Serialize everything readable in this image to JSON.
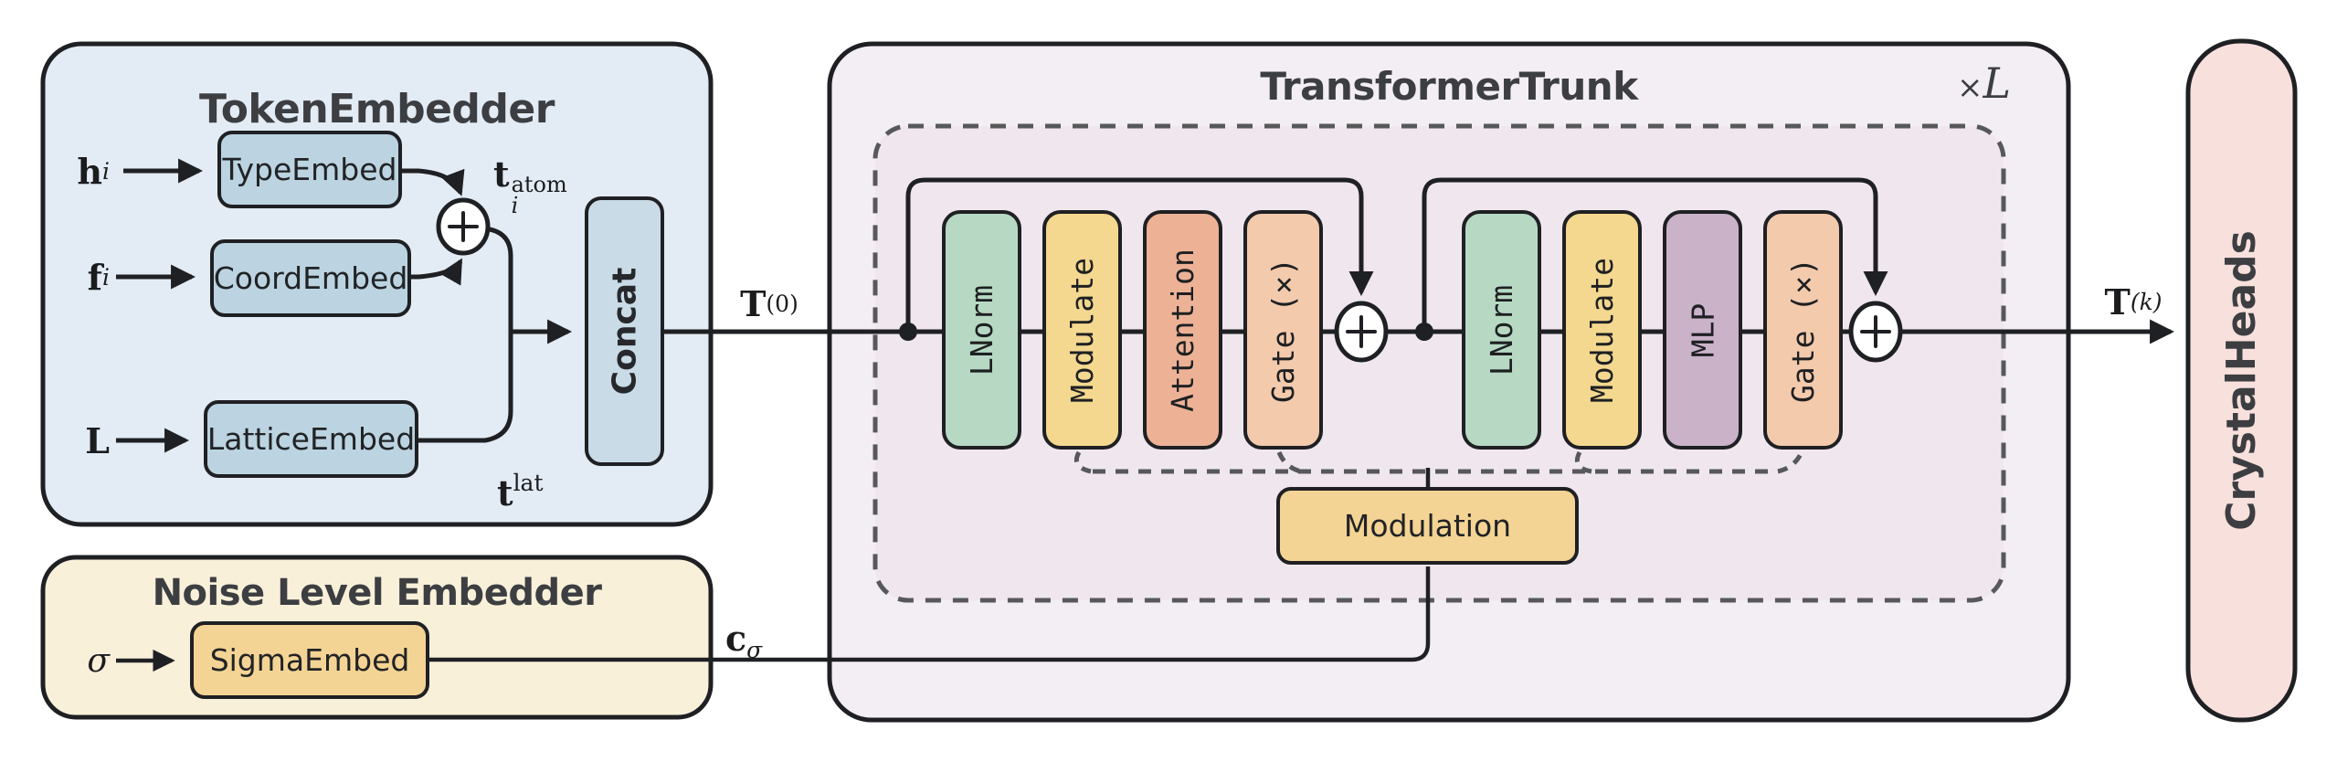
{
  "palette": {
    "stroke": "#1f2023",
    "dashed_gray": "#57585a",
    "title_text": "#3c3e41",
    "token_embedder_fill": "#e3ecf4",
    "embed_box_fill": "#bcd4e1",
    "concat_fill": "#c9dbe7",
    "noise_fill": "#f9f0da",
    "gold_fill": "#f4d494",
    "trunk_fill": "#f3eef3",
    "layer_fill": "#f0e7ee",
    "lnorm_green": "#b7d9c4",
    "modulate_yellow": "#f4d88f",
    "attention_salmon": "#edb296",
    "gate_peach": "#f3caac",
    "mlp_mauve": "#cab2c9",
    "heads_pink": "#f8e0dc"
  },
  "token_embedder": {
    "title": "TokenEmbedder",
    "inputs": [
      {
        "base": "h",
        "sub": "i"
      },
      {
        "base": "f",
        "sub": "i"
      },
      {
        "base": "L",
        "sub": ""
      }
    ],
    "boxes": [
      "TypeEmbed",
      "CoordEmbed",
      "LatticeEmbed"
    ],
    "sum_label": {
      "base": "t",
      "sub": "i",
      "sup": "atom"
    },
    "lat_label": {
      "base": "t",
      "sup": "lat"
    },
    "concat_label": "Concat"
  },
  "noise_embedder": {
    "title": "Noise Level Embedder",
    "input": {
      "base": "σ"
    },
    "box": "SigmaEmbed"
  },
  "trunk": {
    "title": "TransformerTrunk",
    "repeat": {
      "times": "×",
      "var": "L"
    },
    "blocks": [
      "LNorm",
      "Modulate",
      "Attention",
      "Gate (×)",
      "LNorm",
      "Modulate",
      "MLP",
      "Gate (×)"
    ],
    "modulation_label": "Modulation"
  },
  "heads": {
    "title": "CrystalHeads"
  },
  "signals": {
    "t0": {
      "base": "T",
      "sup": "(0)"
    },
    "tk": {
      "base": "T",
      "sup": "(k)"
    },
    "c_sigma": {
      "base": "c",
      "sub": "σ"
    }
  }
}
